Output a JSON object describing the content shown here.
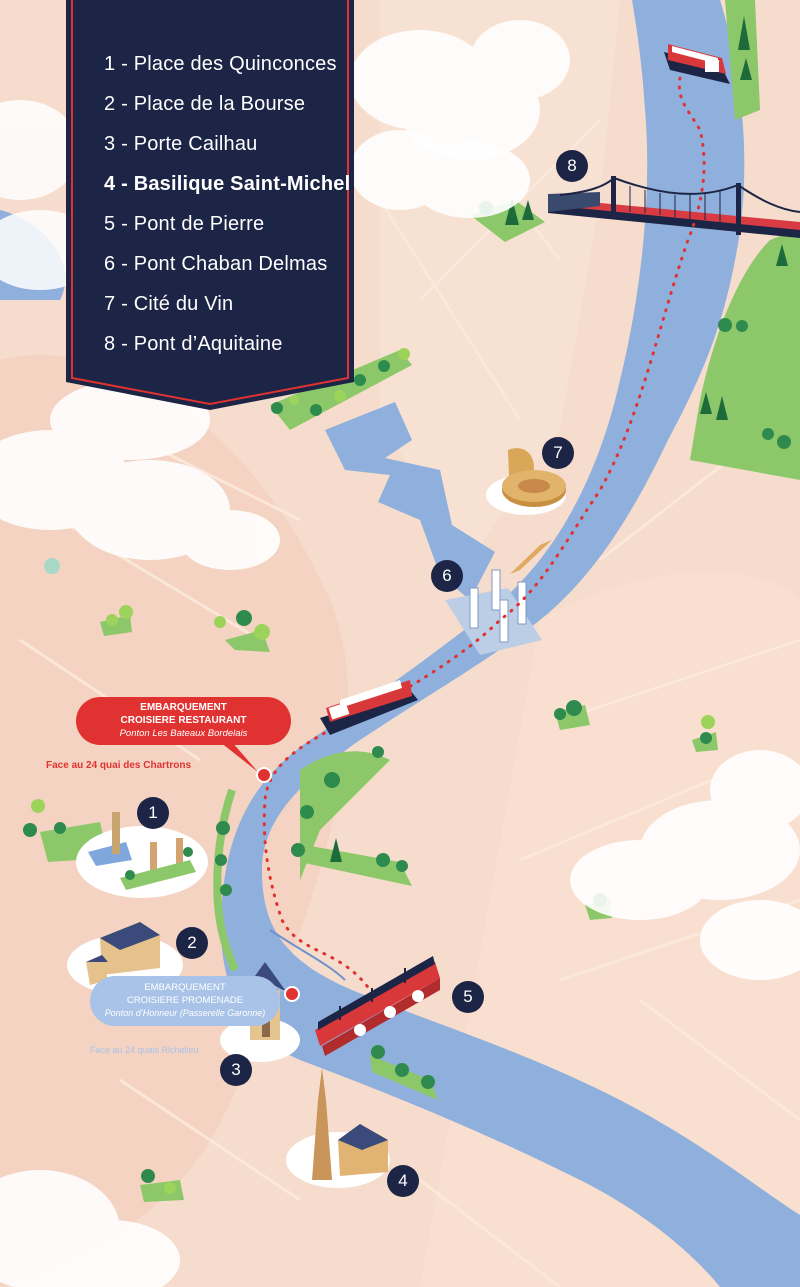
{
  "legend": {
    "items": [
      "1 - Place des Quinconces",
      "2 - Place de la Bourse",
      "3 - Porte Cailhau",
      "4 - Basilique Saint-Michel",
      "5 - Pont de Pierre",
      "6 - Pont Chaban Delmas",
      "7 - Cité du Vin",
      "8 - Pont d’Aquitaine"
    ],
    "highlighted_index": 3
  },
  "markers": [
    "1",
    "2",
    "3",
    "4",
    "5",
    "6",
    "7",
    "8"
  ],
  "boarding_restaurant": {
    "line1": "EMBARQUEMENT",
    "line2": "CROISIERE RESTAURANT",
    "line3": "Ponton Les Bateaux Bordelais",
    "address": "Face au 24 quai des Chartrons"
  },
  "boarding_promenade": {
    "line1": "EMBARQUEMENT",
    "line2": "CROISIERE PROMENADE",
    "line3": "Ponton d’Honneur (Passerelle Garonne)",
    "address": "Face au 24 quais Richelieu"
  },
  "colors": {
    "navy": "#1c2545",
    "red": "#e03230",
    "river": "#8fb0dd",
    "land": "#f6dccc",
    "park": "#8cc869",
    "promenade_callout": "#a9c3e8"
  },
  "icons": [
    "cruise-boat-icon",
    "suspension-bridge-icon",
    "stone-bridge-icon",
    "cathedral-icon",
    "wine-museum-icon",
    "lift-bridge-icon",
    "tree-icon",
    "cloud-icon",
    "location-pin-icon"
  ]
}
